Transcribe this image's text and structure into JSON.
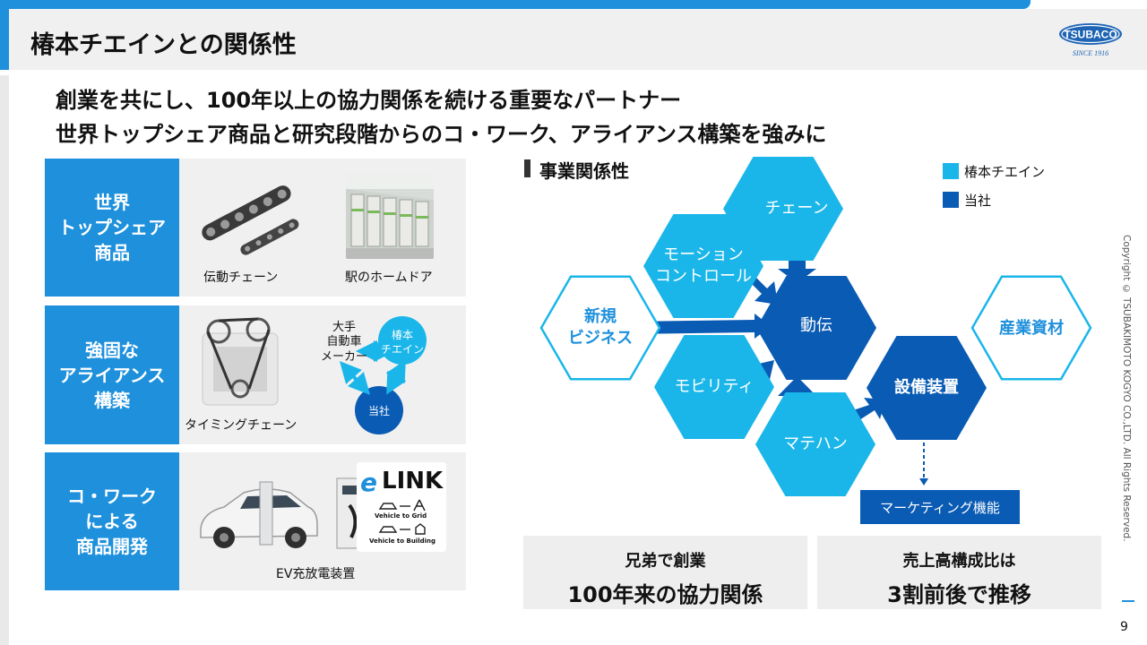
{
  "page": {
    "title": "椿本チエインとの関係性",
    "headline_1": "創業を共にし、100年以上の協力関係を続ける重要なパートナー",
    "headline_2": "世界トップシェア商品と研究段階からのコ・ワーク、アライアンス構築を強みに",
    "copyright": "Copyright © TSUBAKIMOTO KOGYO CO.,LTD. All Rights Reserved.",
    "page_number": "9"
  },
  "logo": {
    "text": "TSUBACO",
    "since": "SINCE 1916"
  },
  "left_panels": [
    {
      "label": "世界\nトップシェア\n商品",
      "captions": [
        "伝動チェーン",
        "駅のホームドア"
      ]
    },
    {
      "label": "強固な\nアライアンス\n構築",
      "captions": [
        "タイミングチェーン"
      ],
      "diagram": {
        "automaker": "大手\n自動車\nメーカー",
        "tsubaki": "椿本\nチエイン",
        "company": "当社"
      }
    },
    {
      "label": "コ・ワーク\nによる\n商品開発",
      "captions": [
        "EV充放電装置"
      ],
      "elink": {
        "brand": "LINK",
        "v2g": "Vehicle to Grid",
        "v2b": "Vehicle to Building"
      }
    }
  ],
  "business": {
    "heading": "事業関係性",
    "legend": [
      {
        "label": "椿本チエイン",
        "color": "#1ab6ea"
      },
      {
        "label": "当社",
        "color": "#0a5bb4"
      }
    ],
    "hexes": {
      "chain": "チェーン",
      "motion": "モーション\nコントロール",
      "new_biz": "新規\nビジネス",
      "dendo": "動伝",
      "mobility": "モビリティ",
      "matehan": "マテハン",
      "setsubi": "設備装置",
      "sangyo": "産業資材"
    },
    "marketing": "マーケティング機能"
  },
  "bottom_boxes": [
    {
      "small": "兄弟で創業",
      "big": "100年来の協力関係"
    },
    {
      "small": "売上高構成比は",
      "big": "3割前後で推移"
    }
  ],
  "colors": {
    "accent": "#1e90dc",
    "light_blue": "#1ab6ea",
    "dark_blue": "#0a5bb4"
  }
}
